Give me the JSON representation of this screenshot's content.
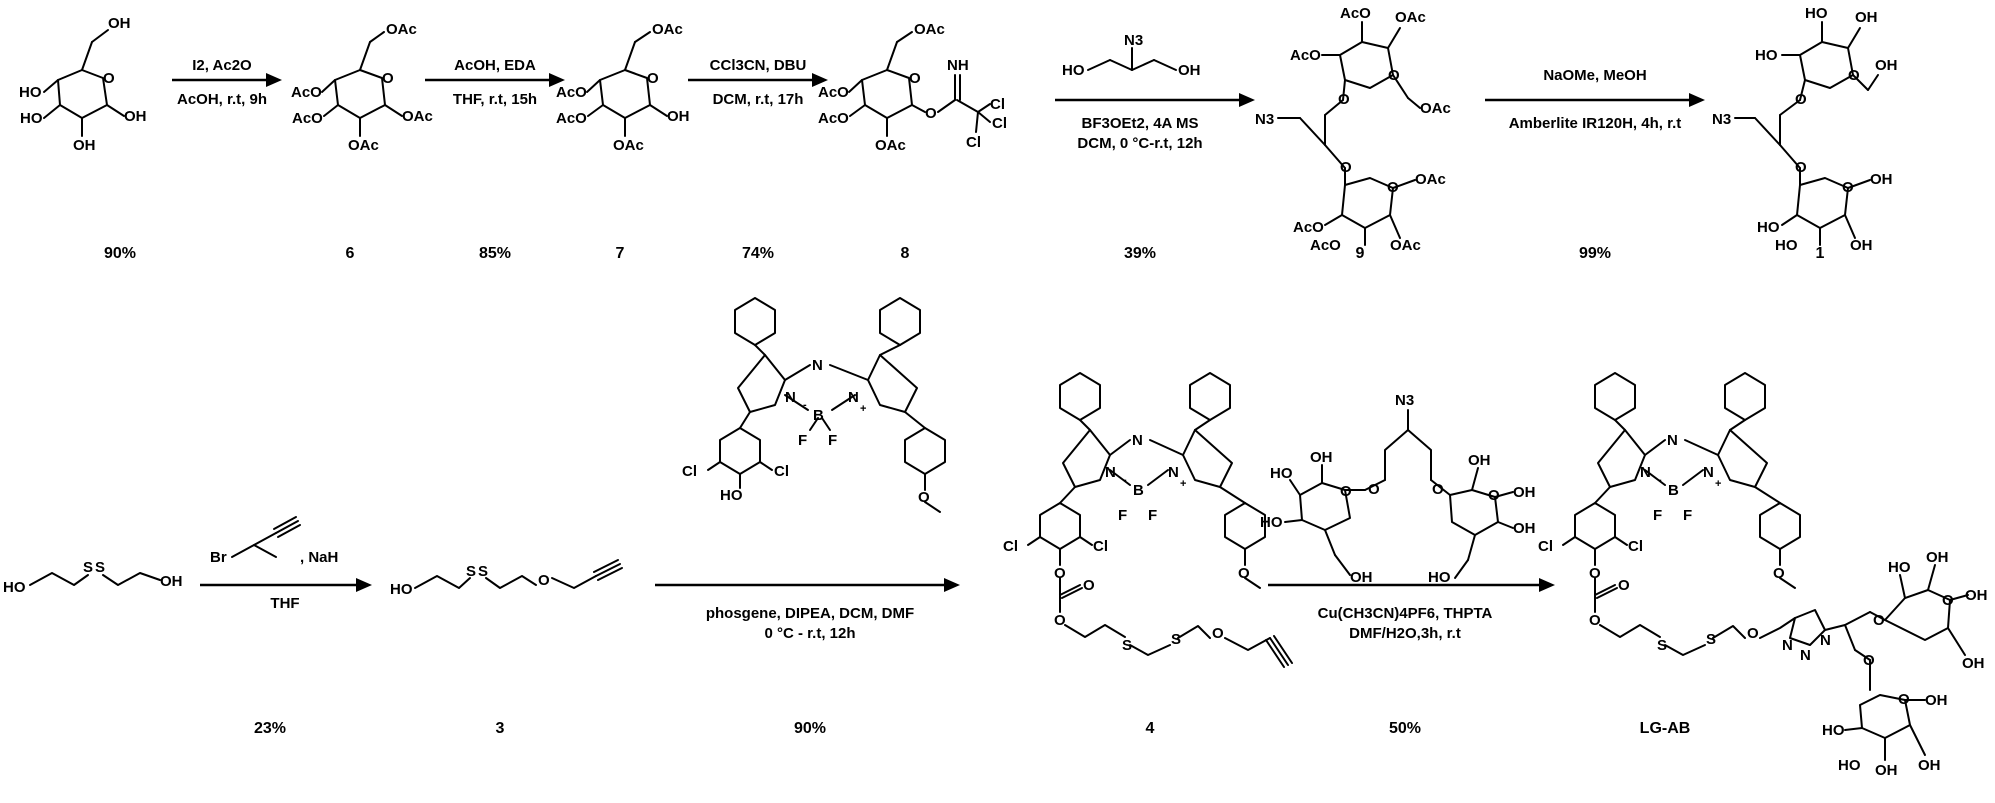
{
  "row1": {
    "start_yield": "90%",
    "step1": {
      "reagent_top": "I2, Ac2O",
      "reagent_bottom": "AcOH, r.t, 9h"
    },
    "cmpd6": {
      "label": "6"
    },
    "step2": {
      "reagent_top": "AcOH, EDA",
      "reagent_bottom": "THF, r.t, 15h",
      "yield": "85%"
    },
    "cmpd7": {
      "label": "7"
    },
    "step3": {
      "reagent_top": "CCl3CN, DBU",
      "reagent_bottom": "DCM, r.t, 17h",
      "yield": "74%"
    },
    "cmpd8": {
      "label": "8"
    },
    "step4": {
      "reagent_top": "BF3OEt2, 4A MS",
      "reagent_bottom": "DCM, 0 °C-r.t, 12h",
      "yield": "39%"
    },
    "cmpd9": {
      "label": "9"
    },
    "step5": {
      "reagent_top": "NaOMe, MeOH",
      "reagent_bottom": "Amberlite IR120H, 4h, r.t",
      "yield": "99%"
    },
    "cmpd1": {
      "label": "1"
    }
  },
  "row2": {
    "step6": {
      "reagent_bottom": "THF",
      "reagent_side": ", NaH",
      "yield": "23%"
    },
    "cmpd3": {
      "label": "3"
    },
    "step7": {
      "reagent_line1": "phosgene, DIPEA, DCM, DMF",
      "reagent_line2": "0 °C - r.t, 12h",
      "yield": "90%"
    },
    "cmpd4": {
      "label": "4"
    },
    "step8": {
      "reagent_line1": "Cu(CH3CN)4PF6, THPTA",
      "reagent_line2": "DMF/H2O,3h, r.t",
      "yield": "50%"
    },
    "product": {
      "label": "LG-AB"
    }
  },
  "atoms": {
    "OH": "OH",
    "HO": "HO",
    "OAc": "OAc",
    "AcO": "AcO",
    "O": "O",
    "N": "N",
    "NH": "NH",
    "N3": "N3",
    "Cl": "Cl",
    "B": "B",
    "F": "F",
    "Br": "Br",
    "S": "S",
    "minus": "-",
    "plus": "+"
  }
}
